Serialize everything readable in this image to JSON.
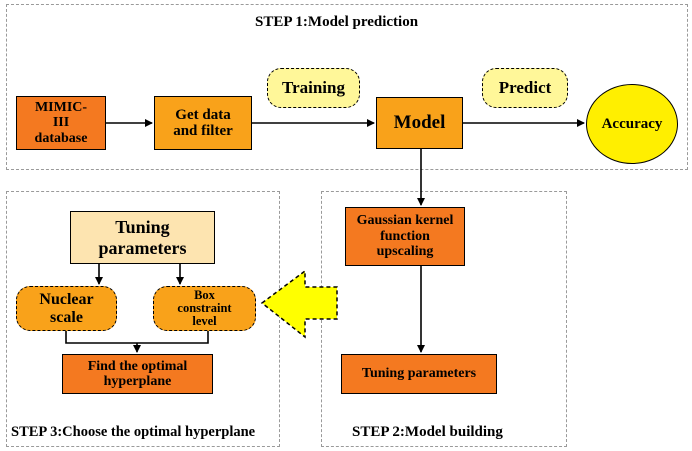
{
  "steps": {
    "step1_title": "STEP 1:Model prediction",
    "step2_title": "STEP 2:Model building",
    "step3_title": "STEP 3:Choose the optimal hyperplane"
  },
  "nodes": {
    "mimic": "MIMIC-\nIII\ndatabase",
    "get_data": "Get data\nand filter",
    "training": "Training",
    "model": "Model",
    "predict": "Predict",
    "accuracy": "Accuracy",
    "gaussian": "Gaussian kernel\nfunction\nupscaling",
    "tuning_step2": "Tuning parameters",
    "tuning_step3": "Tuning\nparameters",
    "nuclear": "Nuclear\nscale",
    "box_constraint": "Box\nconstraint\nlevel",
    "hyperplane": "Find the optimal\nhyperplane"
  },
  "colors": {
    "dark_orange": "#f47920",
    "orange": "#f9a21a",
    "yellow": "#ffef5a",
    "light_peach": "#fde4b0",
    "pale_yellow_bubble": "#fff799",
    "arrow_yellow": "#ffff00"
  }
}
